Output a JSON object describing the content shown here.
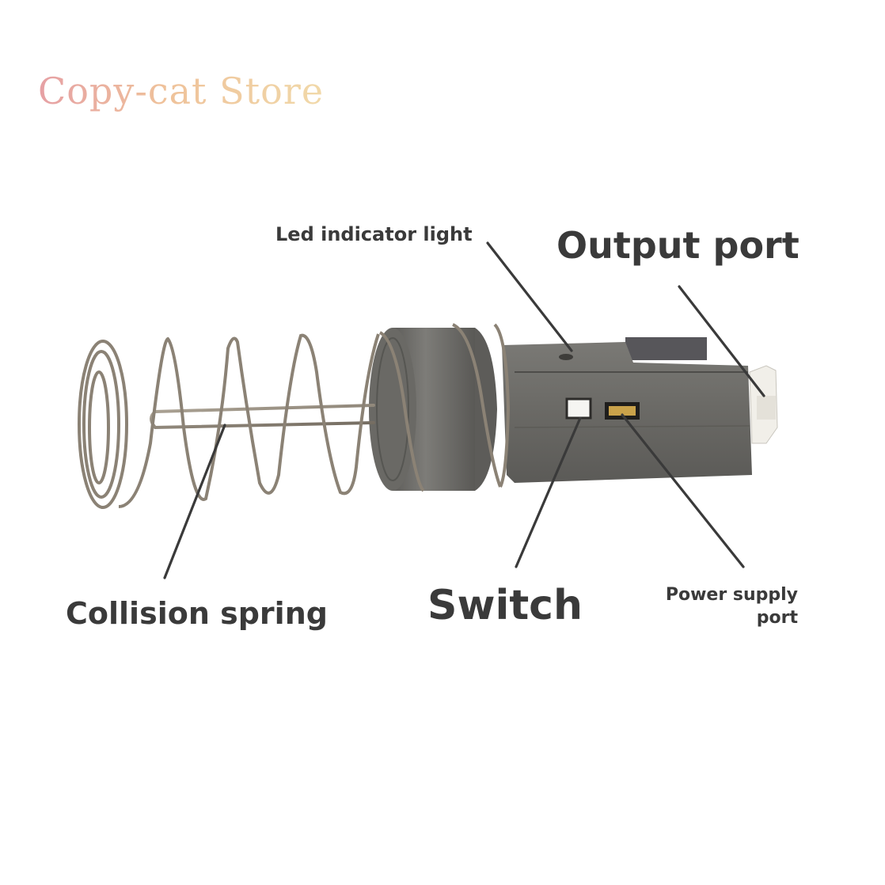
{
  "watermark": "Copy-cat Store",
  "labels": {
    "led_indicator": "Led indicator light",
    "output_port": "Output port",
    "collision_spring": "Collision spring",
    "switch": "Switch",
    "power_supply_line1": "Power supply",
    "power_supply_line2": "port"
  },
  "colors": {
    "label_text": "#3a3a3a",
    "leader_line": "#3a3a3a",
    "housing": "#6b6a67",
    "spring_metal": "#8b8275"
  }
}
